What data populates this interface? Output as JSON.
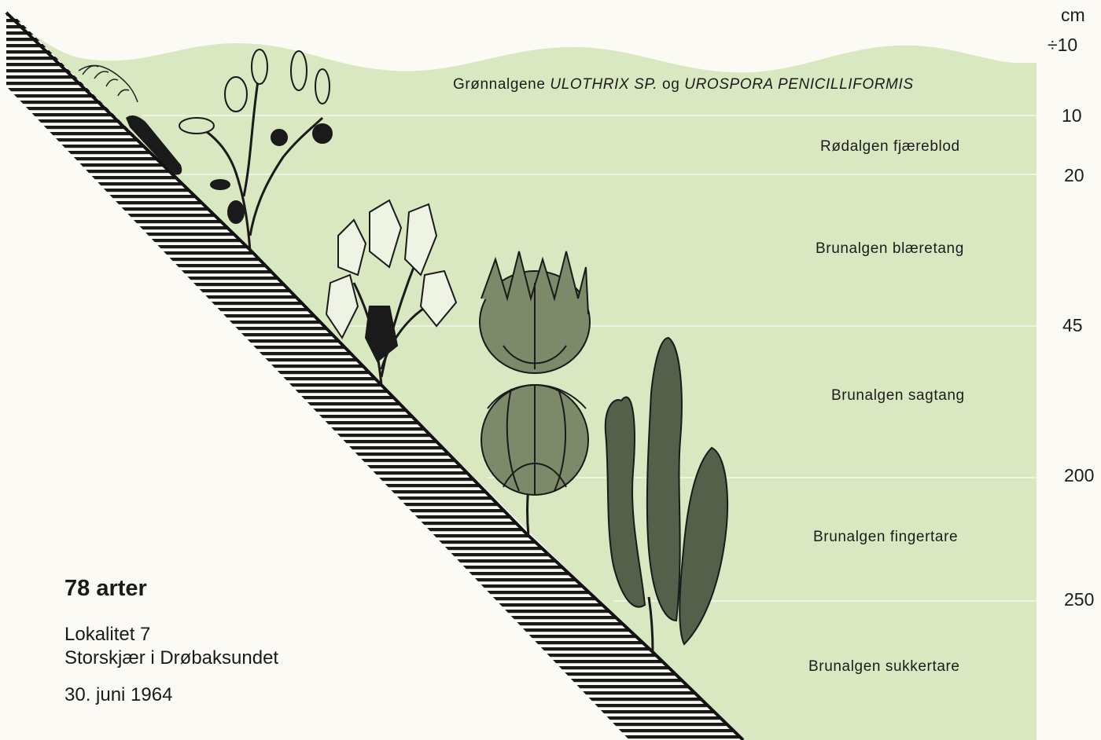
{
  "unit_label": "cm",
  "depth_marks": [
    "÷10",
    "10",
    "20",
    "45",
    "200",
    "250"
  ],
  "zones": [
    {
      "prefix": "Grønnalgene",
      "italic_1": "ULOTHRIX SP.",
      "joiner": "og",
      "italic_2": "UROSPORA PENICILLIFORMIS"
    },
    {
      "text": "Rødalgen fjæreblod"
    },
    {
      "text": "Brunalgen blæretang"
    },
    {
      "text": "Brunalgen sagtang"
    },
    {
      "text": "Brunalgen fingertare"
    },
    {
      "text": "Brunalgen sukkertare"
    }
  ],
  "caption": {
    "species_count": "78 arter",
    "locality_line_1": "Lokalitet 7",
    "locality_line_2": "Storskjær i Drøbaksundet",
    "date": "30. juni 1964"
  },
  "colors": {
    "water": "#d9e8c0",
    "zone_lines": "#eef4e3",
    "rock_hatch": "#1a1a1a",
    "ink": "#1c1c1c",
    "paper": "#fbfaf5"
  }
}
